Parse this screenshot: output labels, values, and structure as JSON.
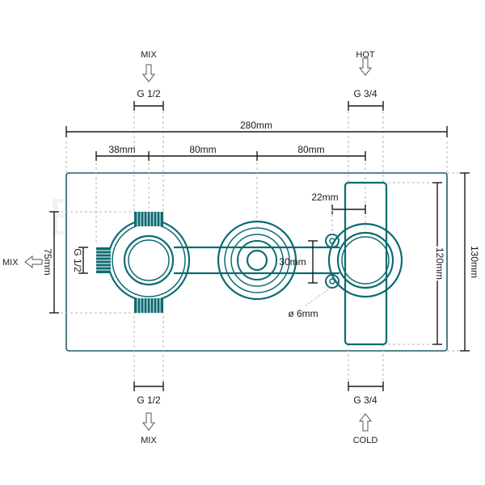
{
  "colors": {
    "outline": "#0e6b72",
    "dimension": "#1a1a1a",
    "extension": "#b5b5b5",
    "plate": "#1f5f66"
  },
  "flows": {
    "top_left": "MIX",
    "top_right": "HOT",
    "bottom_left": "MIX",
    "bottom_right": "COLD",
    "side_left": "MIX"
  },
  "threads": {
    "top_left": "G 1/2",
    "top_right": "G 3/4",
    "bottom_left": "G 1/2",
    "bottom_right": "G 3/4",
    "side_left": "G 1/2"
  },
  "dimensions": {
    "overall_width": "280mm",
    "seg1": "38mm",
    "seg2": "80mm",
    "seg3": "80mm",
    "offset_hot": "22mm",
    "bar_height": "30mm",
    "left_height": "75mm",
    "inner_height": "120mm",
    "overall_height": "130mm",
    "hole": "ø 6mm"
  },
  "icons": {
    "flow_down": "arrow-down-icon",
    "flow_up": "arrow-up-icon",
    "flow_left": "arrow-left-icon"
  }
}
